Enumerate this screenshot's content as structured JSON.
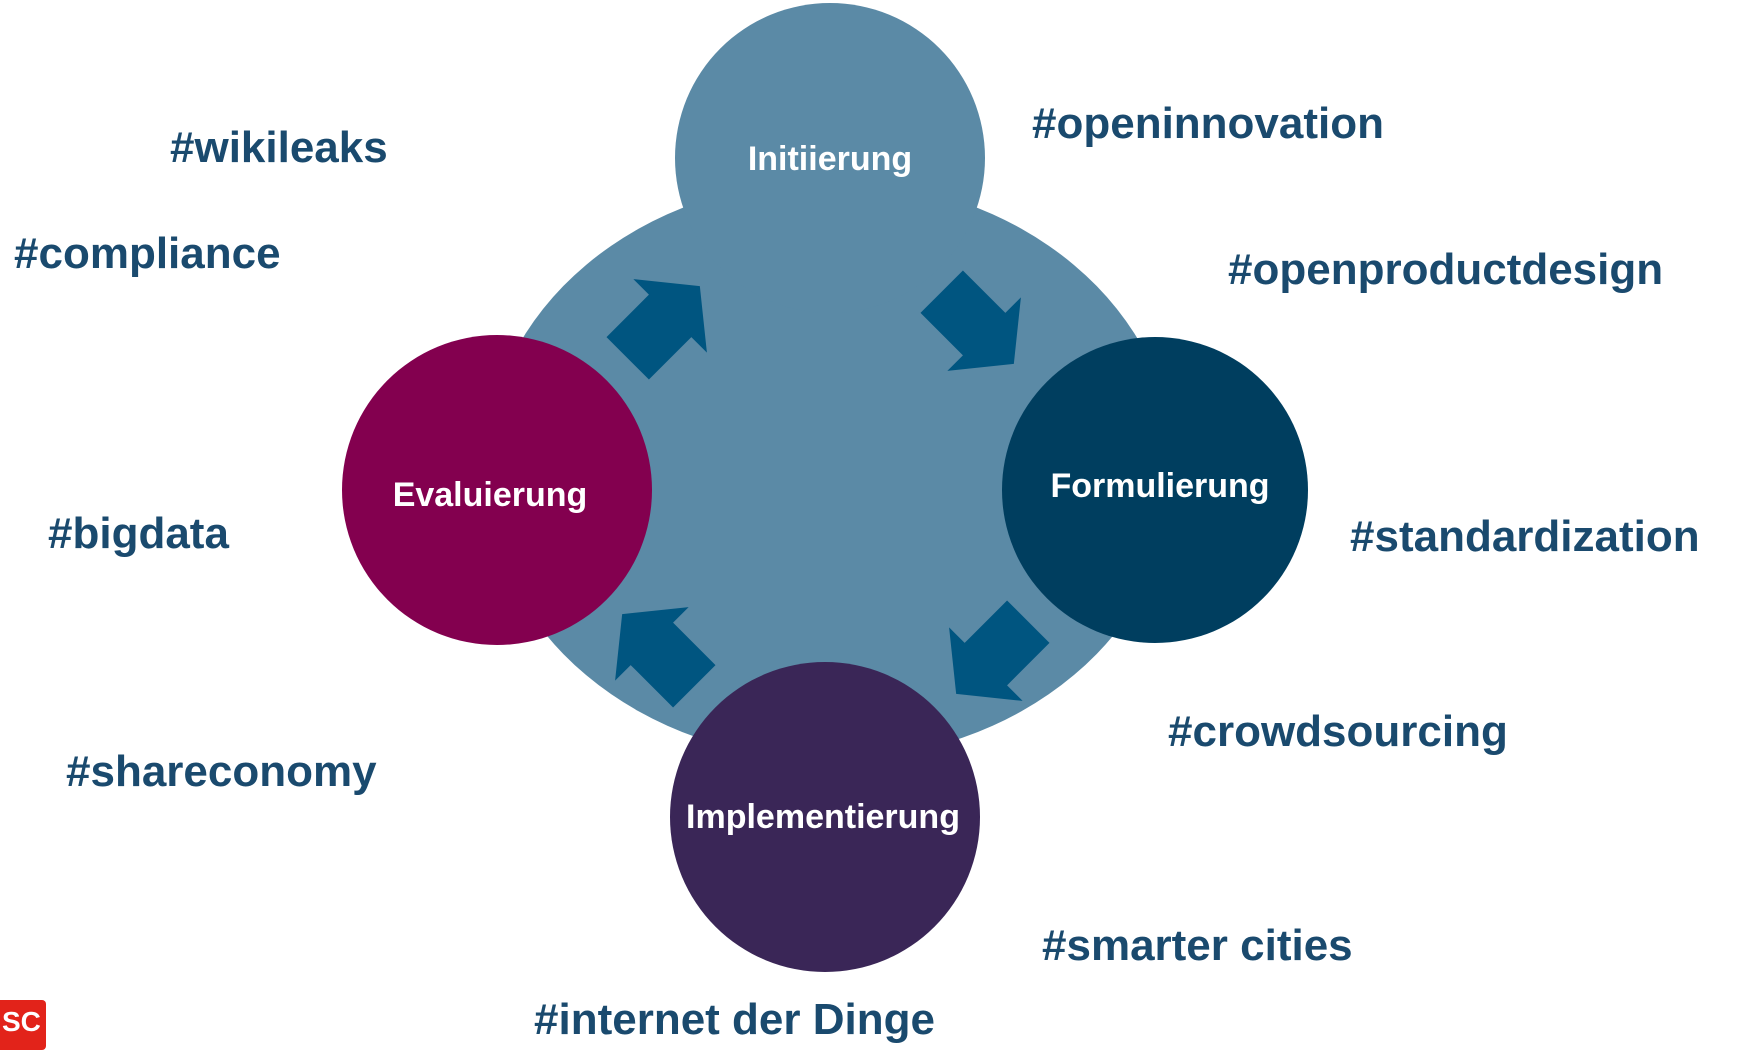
{
  "phases": {
    "initiierung": "Initiierung",
    "formulierung": "Formulierung",
    "implementierung": "Implementierung",
    "evaluierung": "Evaluierung"
  },
  "hashtags": {
    "wikileaks": "#wikileaks",
    "compliance": "#compliance",
    "bigdata": "#bigdata",
    "shareconomy": "#shareconomy",
    "openinnovation": "#openinnovation",
    "openproductdesign": "#openproductdesign",
    "standardization": "#standardization",
    "crowdsourcing": "#crowdsourcing",
    "smarter_cities": "#smarter cities",
    "internet_der_dinge": "#internet der Dinge"
  },
  "logo": {
    "text": "SC"
  },
  "colors": {
    "background_blob": "#5b8aa6",
    "initiierung": "#5b8aa6",
    "formulierung": "#003e5f",
    "implementierung": "#3a2657",
    "evaluierung": "#83004f",
    "arrows": "#005580",
    "hashtag_text": "#1a4a6e",
    "logo": "#e2231a"
  },
  "icons": {
    "arrows": "cycle-arrow",
    "logo": "brand-logo"
  }
}
